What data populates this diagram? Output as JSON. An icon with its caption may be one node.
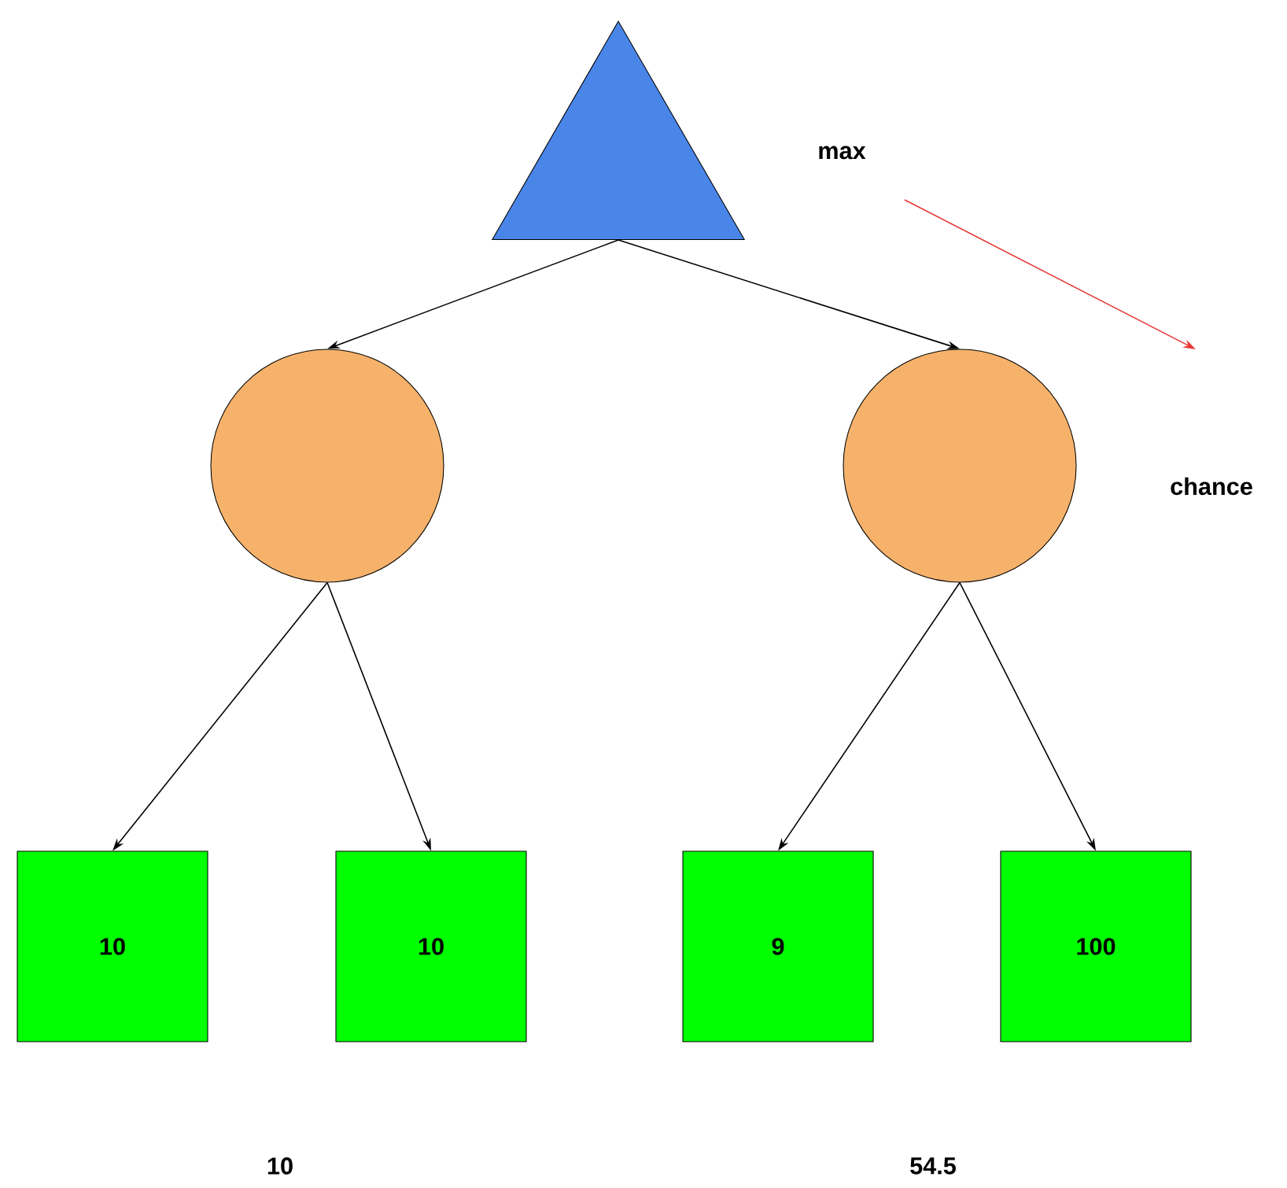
{
  "diagram": {
    "nodes": [
      {
        "text": [],
        "shape": "triangle"
      },
      {
        "text": [],
        "shape": "circle"
      },
      {
        "text": [],
        "shape": "circle"
      },
      {
        "text": [
          "10"
        ]
      },
      {
        "text": [
          "10"
        ]
      },
      {
        "text": [
          "9"
        ]
      },
      {
        "text": [
          "100"
        ]
      }
    ],
    "edges": [
      {
        "from": 0,
        "to": 1,
        "arrow": "to"
      },
      {
        "from": 0,
        "to": 2,
        "arrow": "to"
      },
      {
        "from": 1,
        "to": 3,
        "arrow": "to"
      },
      {
        "from": 1,
        "to": 4,
        "arrow": "to"
      },
      {
        "from": 2,
        "to": 5,
        "arrow": "to"
      },
      {
        "from": 2,
        "to": 6,
        "arrow": "to"
      }
    ],
    "labels": [
      "max",
      "chance",
      "10",
      "54.5"
    ]
  }
}
